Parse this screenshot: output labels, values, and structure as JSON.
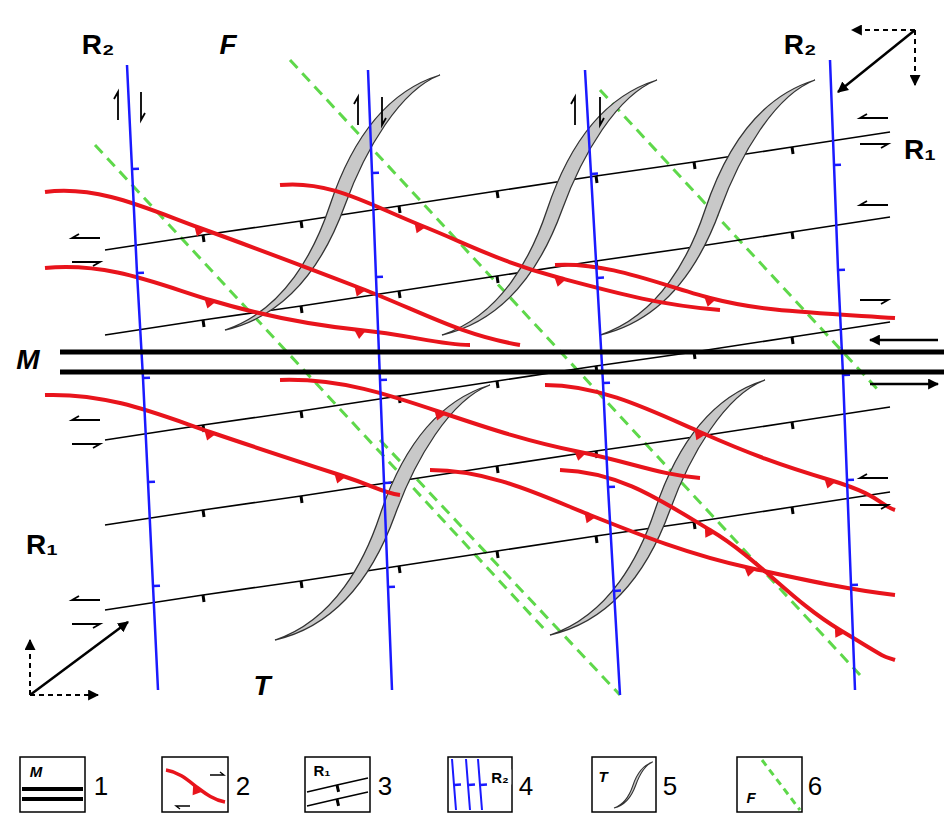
{
  "diagram": {
    "labels": [
      "R₂",
      "F",
      "R₂",
      "R₁",
      "M",
      "R₁",
      "T",
      "M",
      "R₁",
      "R₂",
      "T",
      "F"
    ],
    "legend": [
      {
        "text": "1"
      },
      {
        "text": "2"
      },
      {
        "text": "3"
      },
      {
        "text": "4"
      },
      {
        "text": "5"
      },
      {
        "text": "6"
      }
    ]
  }
}
